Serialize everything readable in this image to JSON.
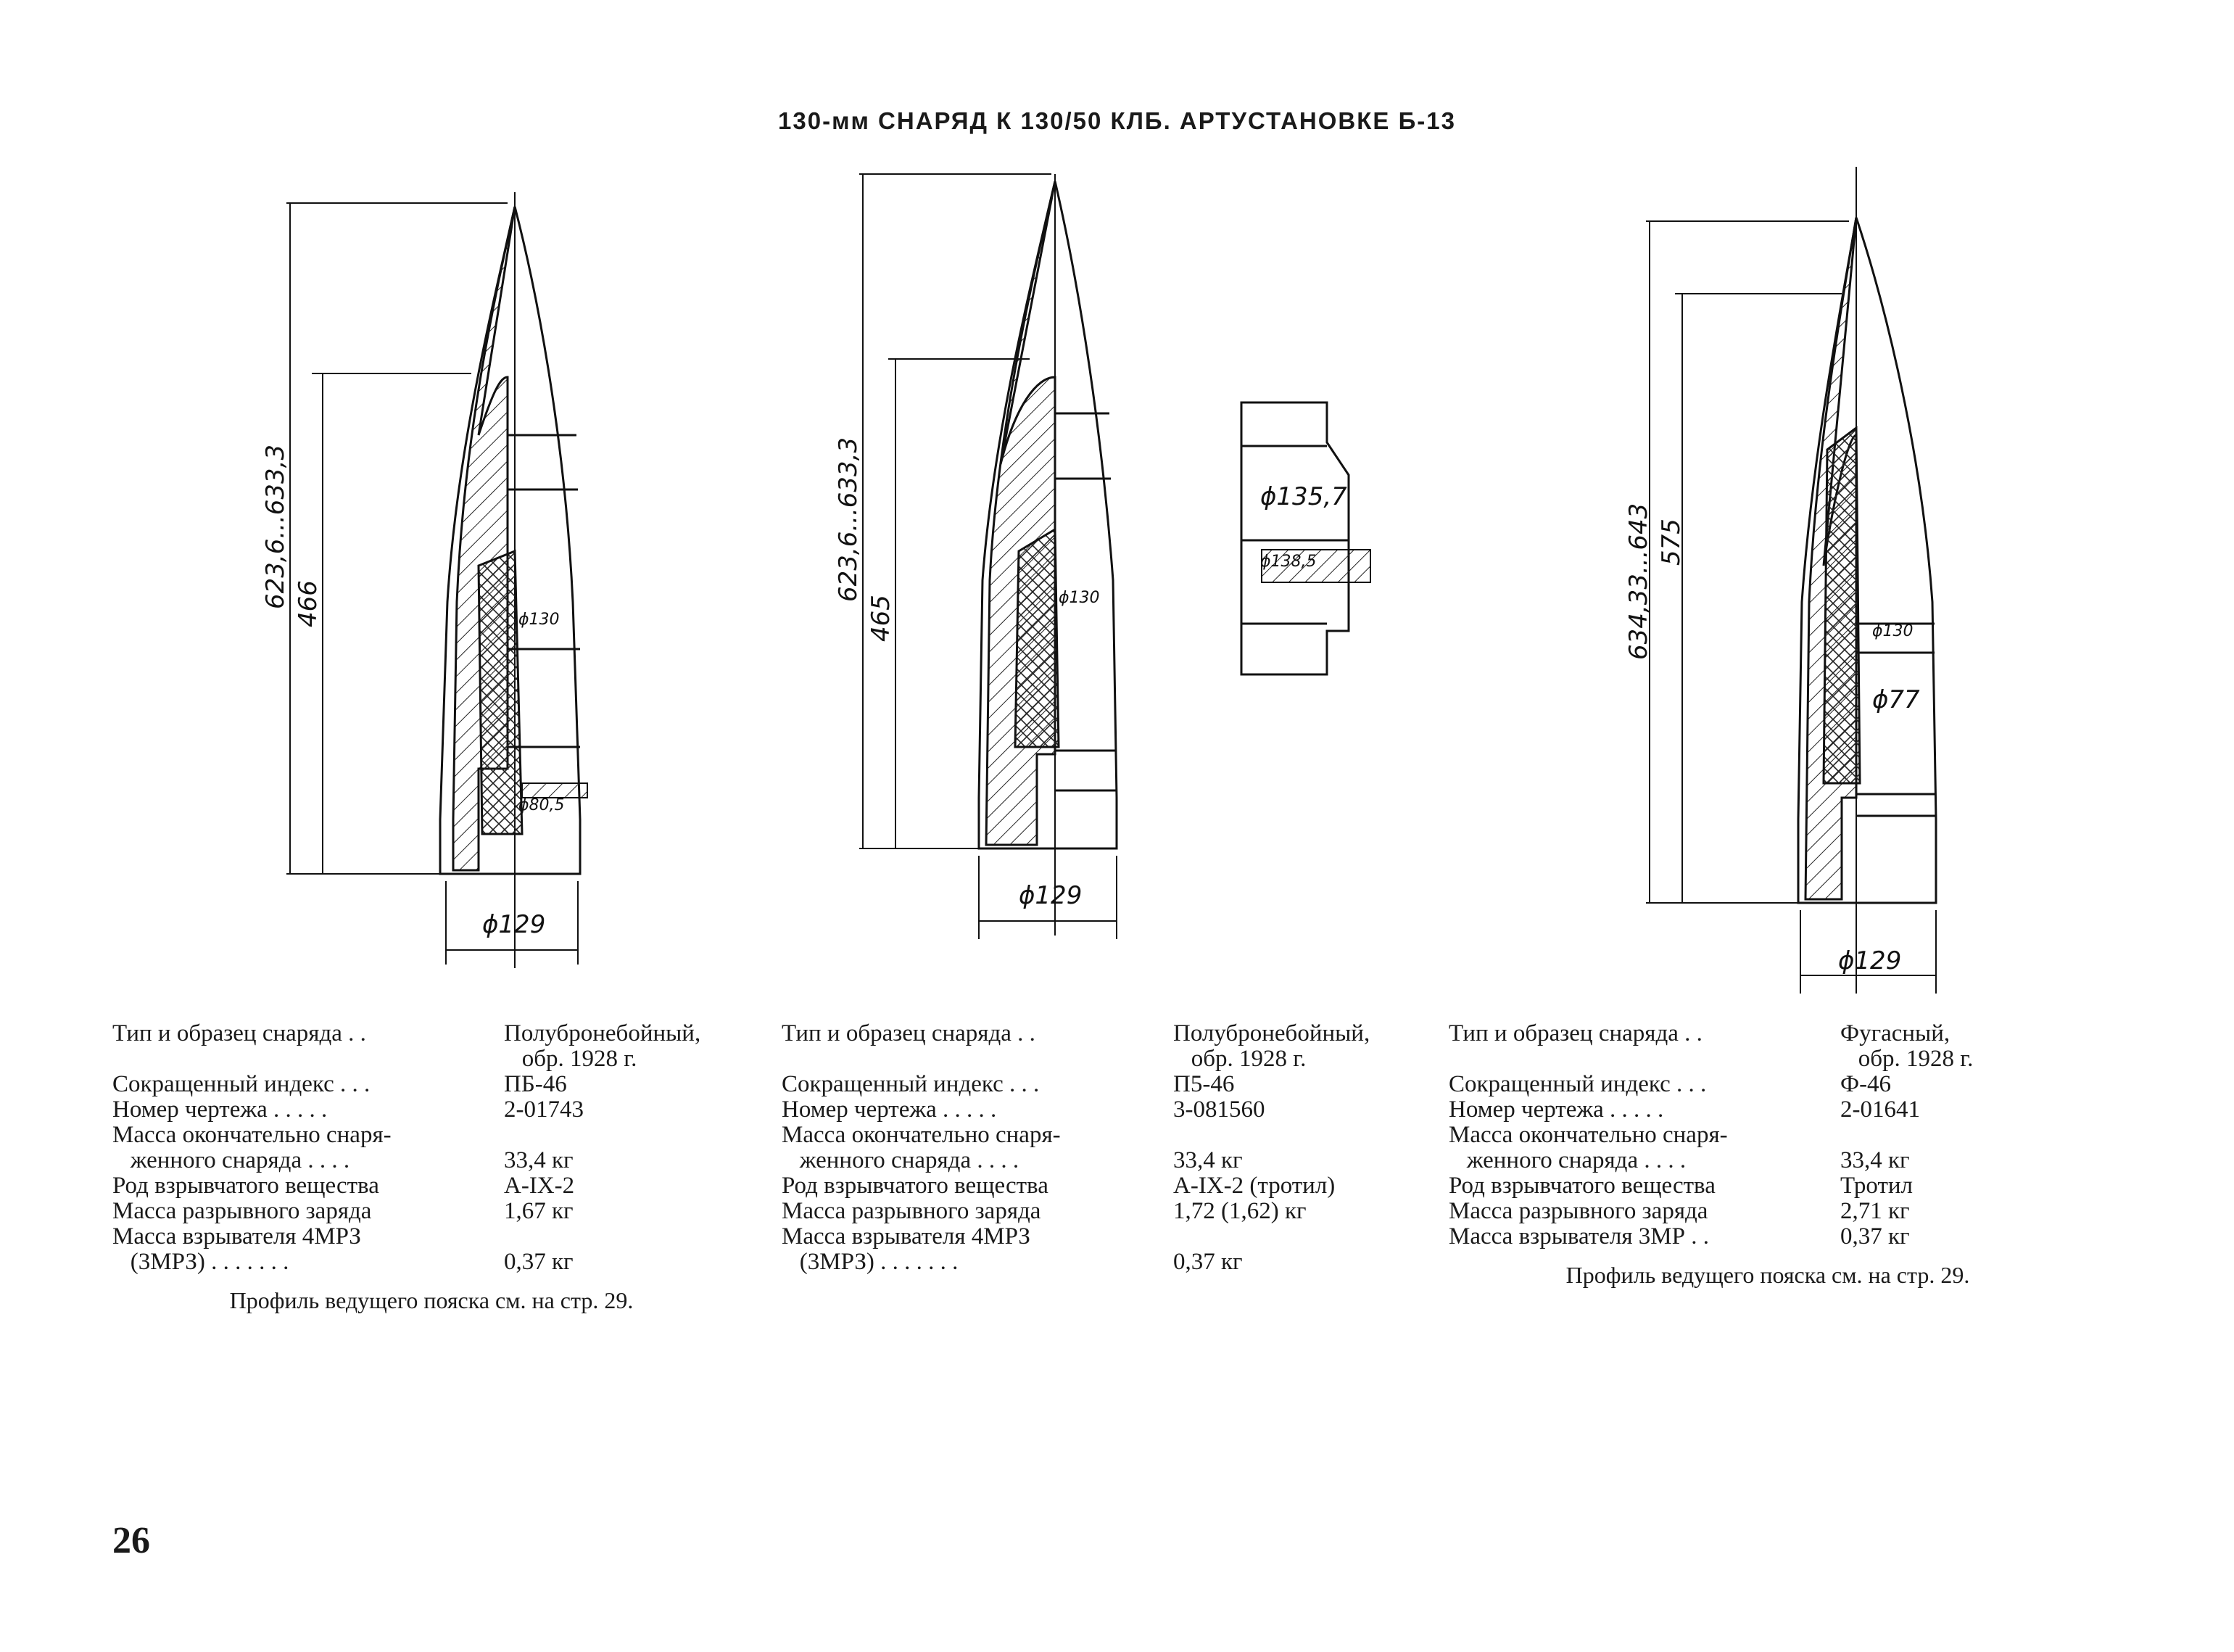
{
  "title": "130-мм СНАРЯД К 130/50 КЛБ. АРТУСТАНОВКЕ Б-13",
  "page_number": "26",
  "drawings": {
    "shell1": {
      "overall_length": "623,6...633,3",
      "cavity_length": "466",
      "diameter_band": "ϕ130",
      "diameter_base": "ϕ129",
      "diameter_fuze": "ϕ80,5"
    },
    "shell2": {
      "overall_length": "623,6...633,3",
      "cavity_length": "465",
      "diameter_band": "ϕ130",
      "diameter_base": "ϕ129"
    },
    "band": {
      "diameter_outer": "ϕ135,7",
      "diameter_inner": "ϕ138,5"
    },
    "shell3": {
      "overall_length": "634,33...643",
      "cavity_length": "575",
      "diameter_band": "ϕ130",
      "diameter_cavity": "ϕ77",
      "diameter_base": "ϕ129"
    }
  },
  "specs": [
    {
      "rows": [
        {
          "label": "Тип и образец снаряда . .",
          "value": "Полубронебойный,\n   обр. 1928 г."
        },
        {
          "label": "Сокращенный индекс . . .",
          "value": "ПБ-46"
        },
        {
          "label": "Номер чертежа . . . . .",
          "value": "2-01743"
        },
        {
          "label": "Масса окончательно снаря-\n   женного снаряда . . . .",
          "value": "\n33,4 кг"
        },
        {
          "label": "Род взрывчатого вещества",
          "value": "А-IX-2"
        },
        {
          "label": "Масса разрывного заряда",
          "value": "1,67 кг"
        },
        {
          "label": "Масса взрывателя 4МРЗ\n   (3МРЗ) . . . . . . .",
          "value": "\n0,37 кг"
        }
      ],
      "note": "Профиль ведущего пояска см. на стр. 29."
    },
    {
      "rows": [
        {
          "label": "Тип и образец снаряда . .",
          "value": "Полубронебойный,\n   обр. 1928 г."
        },
        {
          "label": "Сокращенный индекс . . .",
          "value": "П5-46"
        },
        {
          "label": "Номер чертежа . . . . .",
          "value": "3-081560"
        },
        {
          "label": "Масса окончательно снаря-\n   женного снаряда . . . .",
          "value": "\n33,4 кг"
        },
        {
          "label": "Род взрывчатого вещества",
          "value": "А-IX-2 (тротил)"
        },
        {
          "label": "Масса разрывного заряда",
          "value": "1,72 (1,62) кг"
        },
        {
          "label": "Масса взрывателя 4МРЗ\n   (3МРЗ) . . . . . . .",
          "value": "\n0,37 кг"
        }
      ],
      "note": ""
    },
    {
      "rows": [
        {
          "label": "Тип и образец снаряда . .",
          "value": "Фугасный,\n   обр. 1928 г."
        },
        {
          "label": "Сокращенный индекс . . .",
          "value": "Ф-46"
        },
        {
          "label": "Номер чертежа . . . . .",
          "value": "2-01641"
        },
        {
          "label": "Масса окончательно снаря-\n   женного снаряда . . . .",
          "value": "\n33,4 кг"
        },
        {
          "label": "Род взрывчатого вещества",
          "value": "Тротил"
        },
        {
          "label": "Масса разрывного заряда",
          "value": "2,71 кг"
        },
        {
          "label": "Масса взрывателя 3МР . .",
          "value": "0,37 кг"
        }
      ],
      "note": "Профиль ведущего пояска см. на стр. 29."
    }
  ]
}
